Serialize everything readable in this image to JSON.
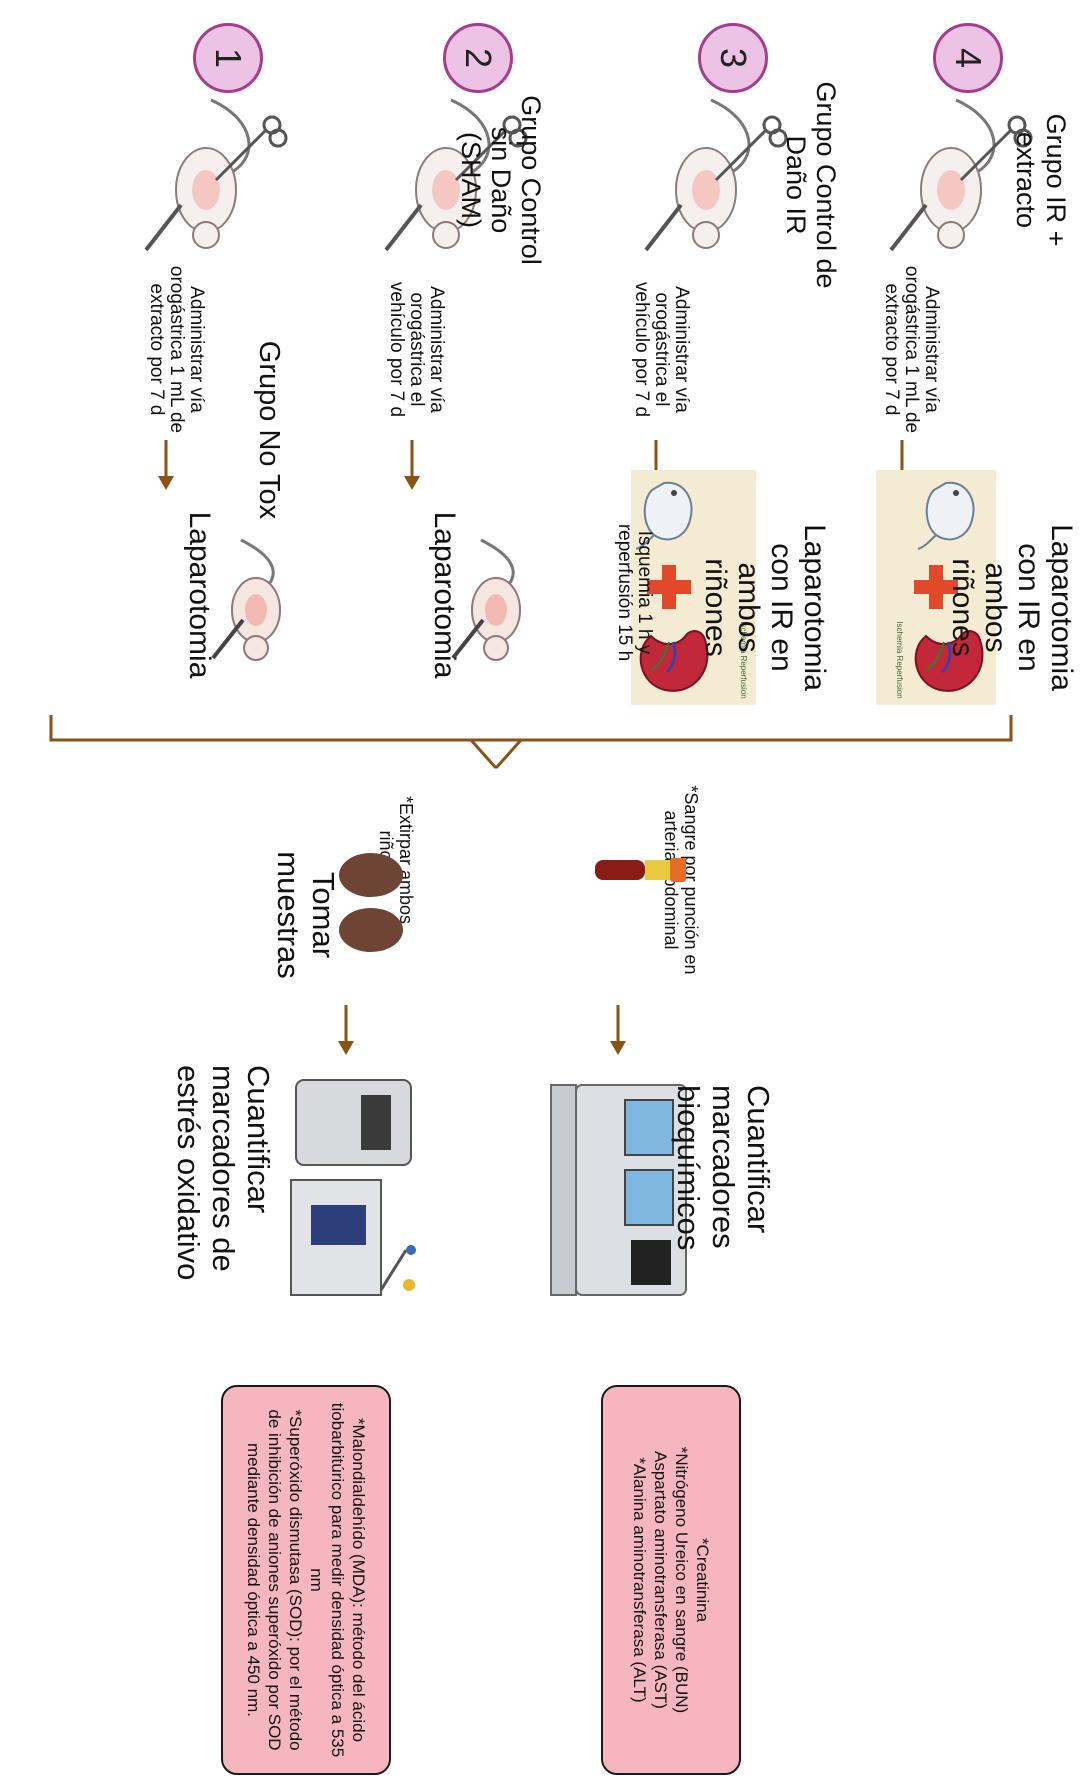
{
  "groups": [
    {
      "number": "1",
      "name": "Grupo No Tox",
      "treatment": "Administrar vía orogástrica 1 mL de extracto por 7 d",
      "procedure": "Laparotomia"
    },
    {
      "number": "2",
      "name": "Grupo Control sin Daño (SHAM)",
      "treatment": "Administrar vía orogástrica el vehículo por 7 d",
      "procedure": "Laparotomia"
    },
    {
      "number": "3",
      "name": "Grupo Control de Daño IR",
      "treatment": "Administrar vía orogástrica el vehículo por 7 d",
      "procedure": "Laparotomia con IR en ambos riñones"
    },
    {
      "number": "4",
      "name": "Grupo IR + extracto",
      "treatment": "Administrar vía orogástrica 1 mL de extracto por 7 d",
      "procedure": "Laparotomia con IR en ambos riñones"
    }
  ],
  "ischemia_label": "Isquemia 1 h y reperfusión 15 h",
  "kidney_caption": "Ischemia Reperfusion",
  "blood_sample": {
    "label": "*Sangre por punción en arteria abdominal",
    "result": "Cuantificar marcadores bioquímicos"
  },
  "kidney_sample": {
    "label": "*Extirpar ambos riñones",
    "title": "Tomar muestras",
    "result": "Cuantificar marcadores de estrés oxidativo"
  },
  "biochem_box": [
    "*Creatinina",
    "*Nitrógeno Ureico en sangre (BUN)",
    "Aspartato aminotransferasa (AST)",
    "*Alanina aminotransferasa (ALT)"
  ],
  "oxidative_box": [
    "*Malondialdehído (MDA): método del ácido tiobarbitúrico para medir densidad óptica a 535 nm",
    "*Superóxido dismutasa (SOD): por el método de inhibición de aniones superóxido por SOD mediante densidad óptica a 450 nm."
  ],
  "colors": {
    "circle_fill": "#ecc3e4",
    "circle_border": "#a53c8c",
    "arrow": "#8a5214",
    "bracket": "#8a5214",
    "box_fill": "#f6b6bf",
    "plus": "#e2482a",
    "beige_panel": "#f3ecd3"
  }
}
